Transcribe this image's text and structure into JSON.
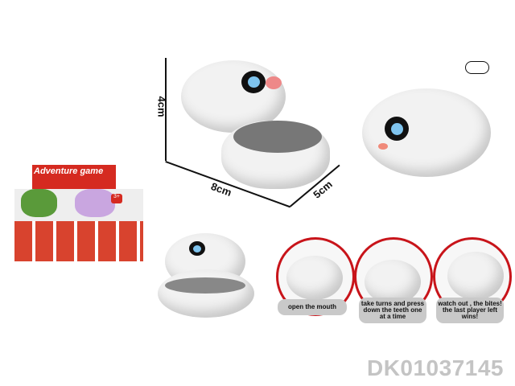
{
  "dimensions": {
    "height": "4cm",
    "length": "8cm",
    "width": "5cm"
  },
  "display_box": {
    "brand_logo": "Adventure game",
    "age_badge": "3+"
  },
  "steps": [
    {
      "label": "open the mouth"
    },
    {
      "label": "take turns and press down the teeth one at a time"
    },
    {
      "label": "watch out , the bites! the last player left wins!"
    }
  ],
  "product_code": "DK01037145",
  "colors": {
    "accent": "#c8141a",
    "caption_bg": "#c9c9c9",
    "code": "#c4c4c4"
  }
}
